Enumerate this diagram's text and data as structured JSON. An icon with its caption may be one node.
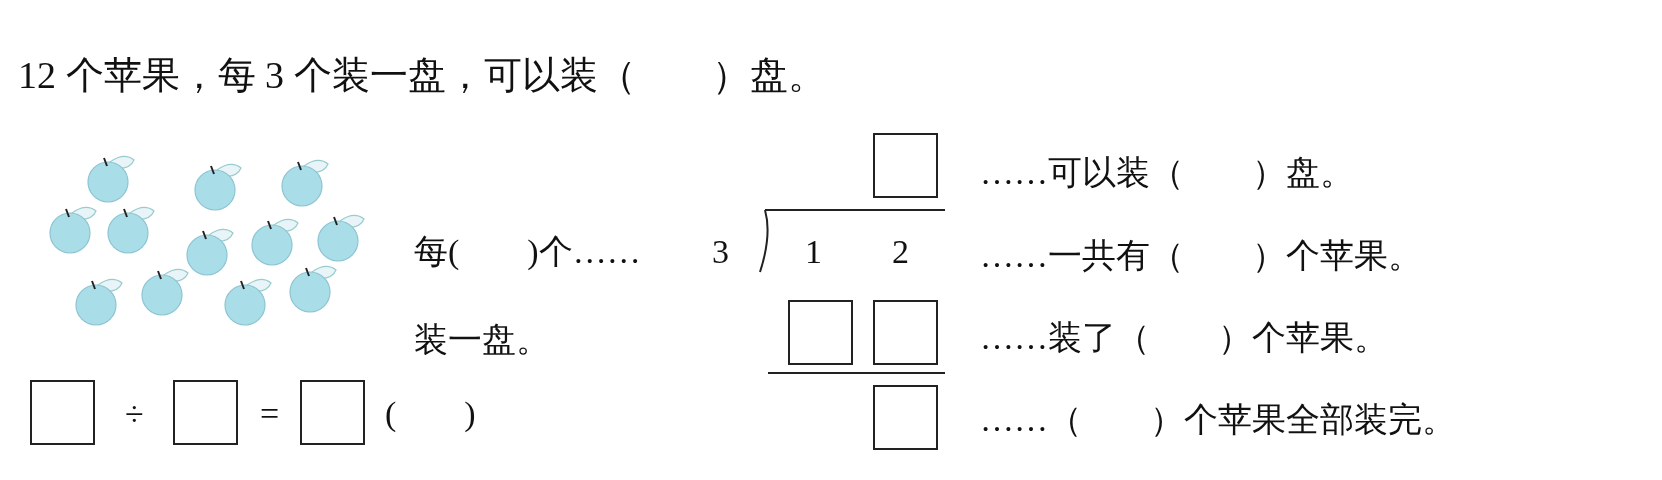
{
  "diagram": {
    "title": "12 个苹果，每 3 个装一盘，可以装（　　）盘。",
    "nodes": [
      {
        "text": [],
        "shape": "box"
      },
      {
        "text": [],
        "shape": "box"
      },
      {
        "text": [],
        "shape": "box"
      },
      {
        "text": [],
        "shape": "box"
      },
      {
        "text": [],
        "shape": "box"
      },
      {
        "text": [],
        "shape": "box"
      },
      {
        "text": [],
        "shape": "box"
      }
    ],
    "labels": [
      "每(　　)个……",
      "3",
      "1",
      "2",
      "……可以装（　　）盘。",
      "……一共有（　　）个苹果。",
      "装一盘。",
      "……装了（　　）个苹果。",
      "÷",
      "=",
      "(　　)",
      "……（　　）个苹果全部装完。"
    ]
  }
}
